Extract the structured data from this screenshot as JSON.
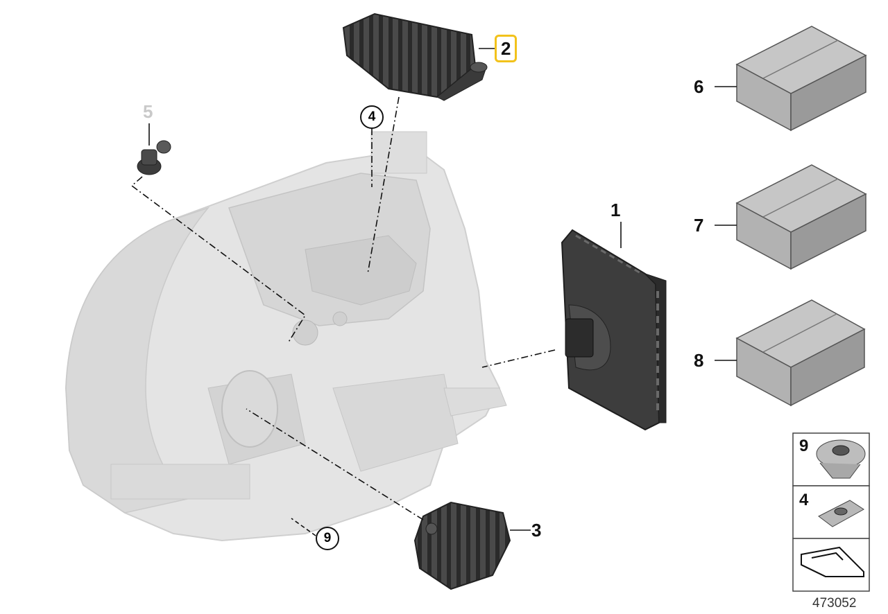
{
  "callouts": {
    "c1": "1",
    "c2": "2",
    "c3": "3",
    "c4": "4",
    "c5": "5",
    "c6": "6",
    "c7": "7",
    "c8": "8",
    "c9": "9"
  },
  "legend": {
    "item_a": "9",
    "item_b": "4"
  },
  "reference_number": "473052",
  "colors": {
    "highlight": "#f2c21b",
    "headlight_body": "#e3e3e3",
    "dark_parts": "#3a3a3a",
    "box_top": "#c4c4c4",
    "box_side": "#9a9a9a"
  },
  "icons": {
    "arrow_symbol": "assembly-arrow-icon"
  }
}
